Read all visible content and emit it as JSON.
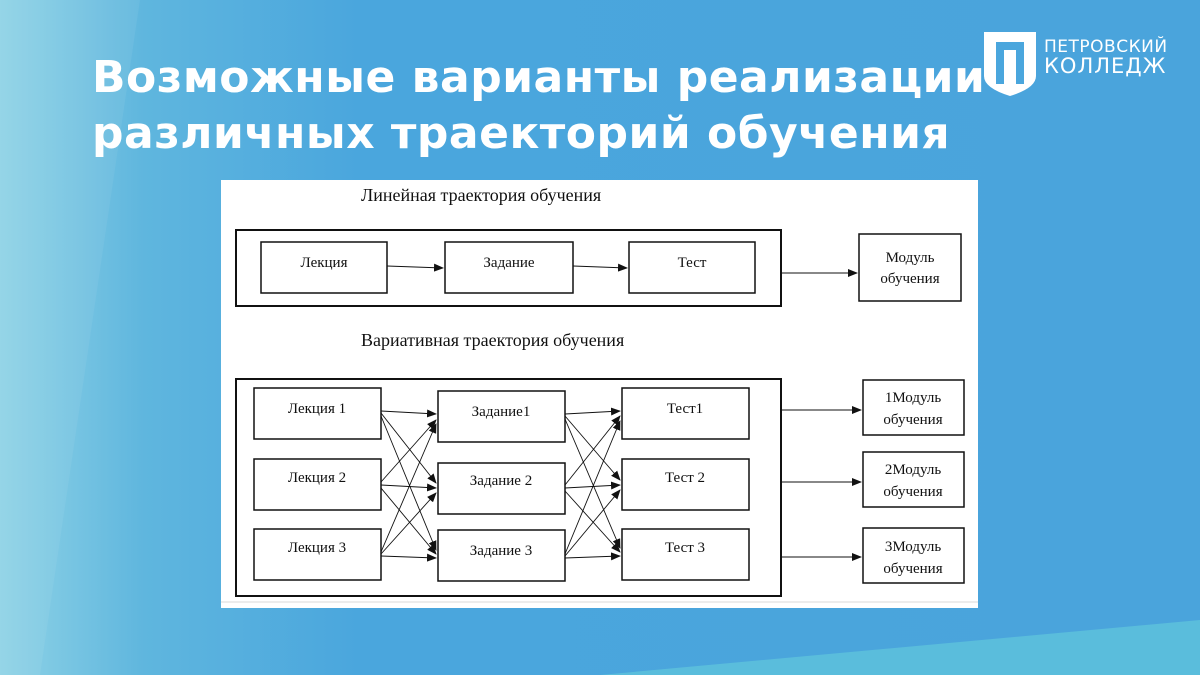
{
  "slide": {
    "title_line1": "Возможные варианты реализации",
    "title_line2": "различных траекторий обучения"
  },
  "logo": {
    "line1": "ПЕТРОВСКИЙ",
    "line2": "КОЛЛЕДЖ",
    "colors": {
      "shield": "#ffffff",
      "background": "#4aa6dd"
    }
  },
  "diagram": {
    "linear": {
      "heading": "Линейная траектория обучения",
      "steps": [
        "Лекция",
        "Задание",
        "Тест"
      ],
      "output_line1": "Модуль",
      "output_line2": "обучения"
    },
    "variative": {
      "heading": "Вариативная траектория обучения",
      "lectures": [
        "Лекция 1",
        "Лекция 2",
        "Лекция 3"
      ],
      "tasks": [
        "Задание1",
        "Задание 2",
        "Задание 3"
      ],
      "tests": [
        "Тест1",
        "Тест 2",
        "Тест 3"
      ],
      "outputs": [
        {
          "line1": "1Модуль",
          "line2": "обучения"
        },
        {
          "line1": "2Модуль",
          "line2": "обучения"
        },
        {
          "line1": "3Модуль",
          "line2": "обучения"
        }
      ]
    }
  }
}
